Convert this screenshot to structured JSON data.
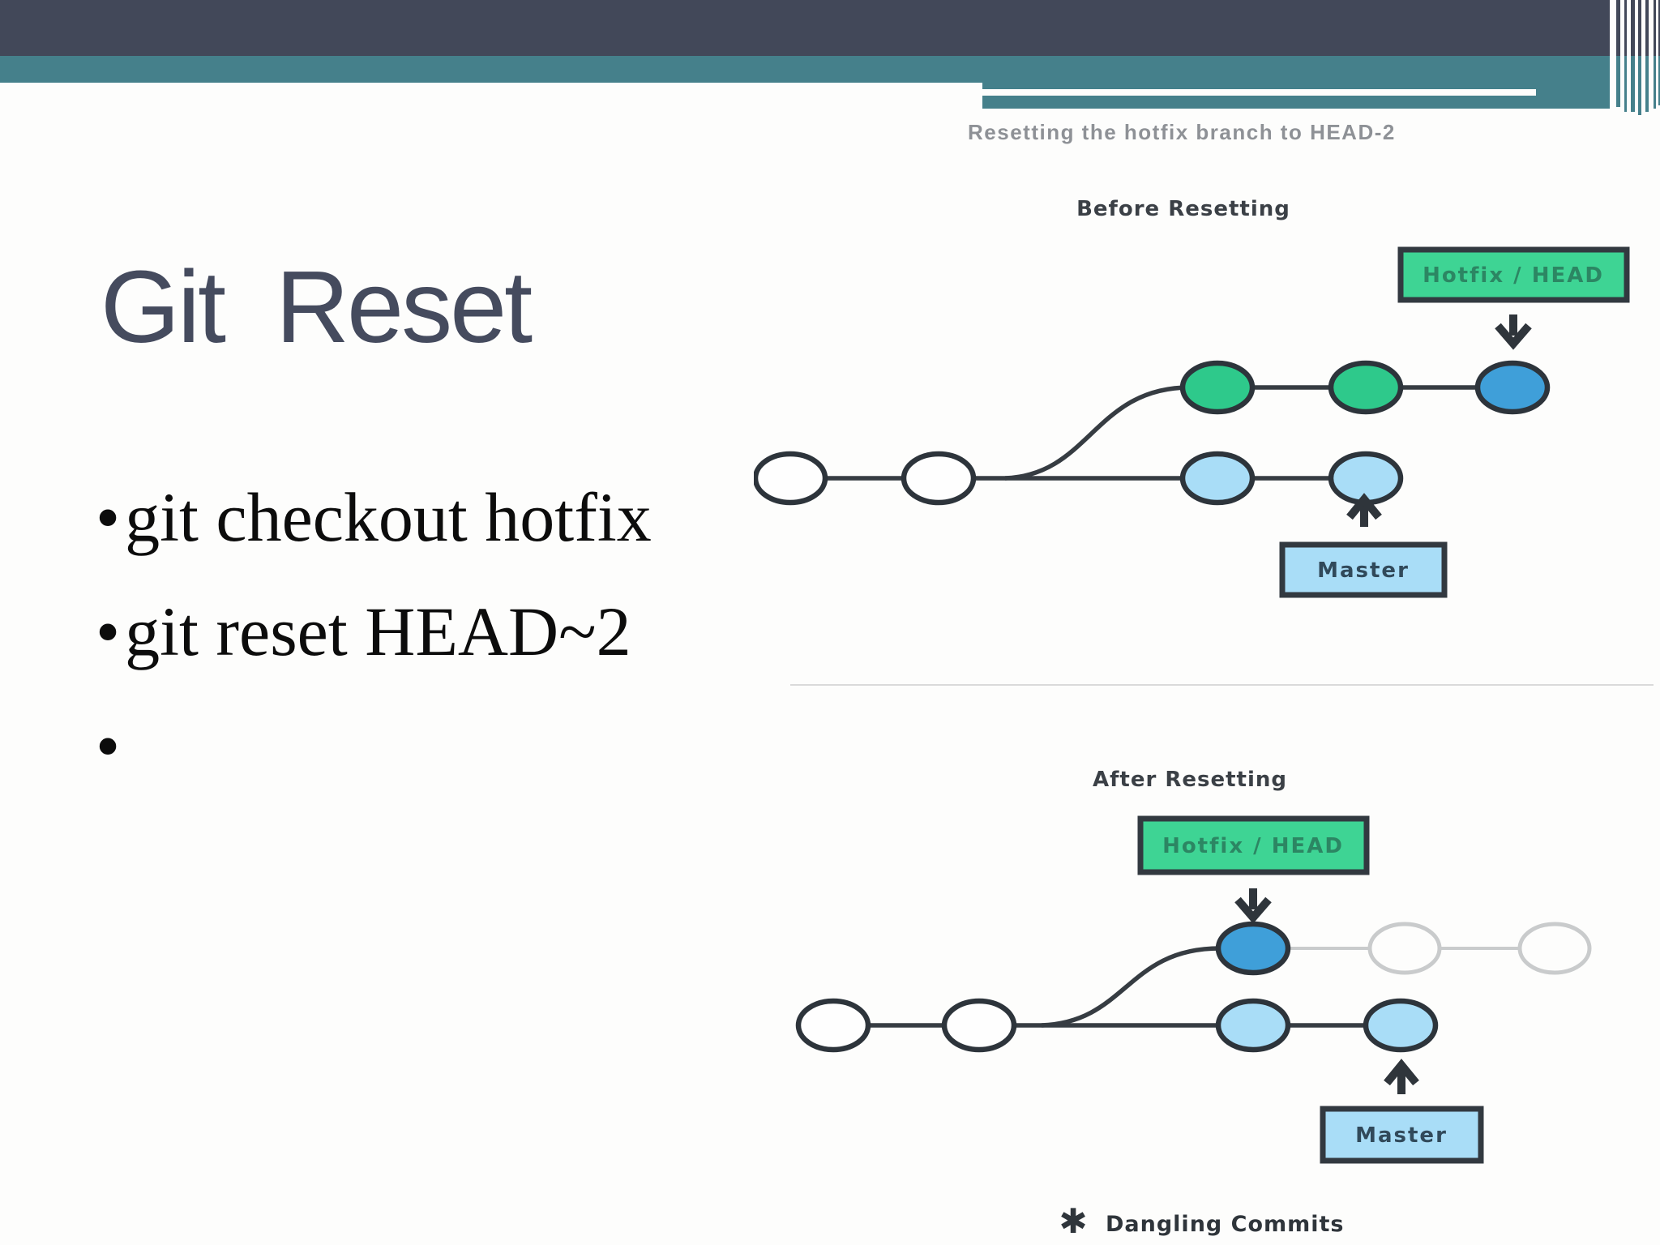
{
  "header": {
    "caption": "Resetting the hotfix branch to HEAD-2"
  },
  "slide": {
    "title": "Git  Reset",
    "bullet_char": "•",
    "bullets": [
      "git checkout hotfix",
      "git reset HEAD~2",
      ""
    ]
  },
  "diagram": {
    "before": {
      "label": "Before Resetting",
      "hotfix_label": "Hotfix / HEAD",
      "master_label": "Master"
    },
    "after": {
      "label": "After Resetting",
      "hotfix_label": "Hotfix / HEAD",
      "master_label": "Master"
    },
    "legend": {
      "icon_glyph": "✱",
      "label": "Dangling Commits"
    }
  },
  "colors": {
    "header_dark": "#424859",
    "header_teal": "#45808b",
    "title_text": "#454b5e",
    "caption_gray": "#8e9196",
    "bullet_text": "#0c0c0c",
    "box_green": "#3ed494",
    "node_green": "#2ec98b",
    "node_blue": "#3f9fd9",
    "node_light_blue": "#a9ddf7",
    "node_ghost_border": "#c9cbcc",
    "diagram_stroke": "#2f353b"
  }
}
